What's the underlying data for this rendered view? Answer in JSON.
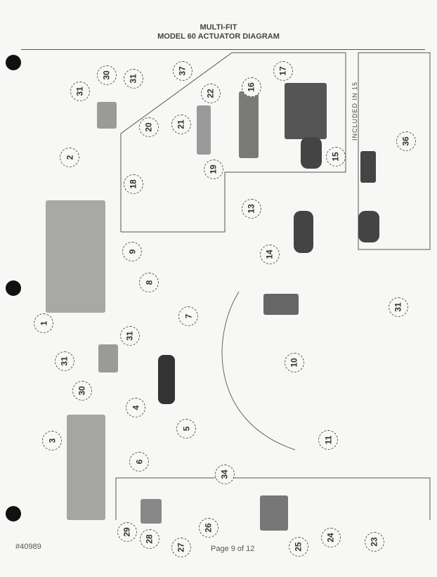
{
  "header": {
    "line1": "MULTI-FIT",
    "line2": "MODEL 60 ACTUATOR DIAGRAM"
  },
  "callouts": [
    "31",
    "30",
    "31",
    "37",
    "22",
    "16",
    "17",
    "20",
    "21",
    "2",
    "18",
    "19",
    "15",
    "36",
    "13",
    "9",
    "8",
    "14",
    "1",
    "7",
    "31",
    "10",
    "31",
    "31",
    "30",
    "4",
    "5",
    "3",
    "6",
    "11",
    "34",
    "29",
    "28",
    "27",
    "26",
    "25",
    "24",
    "23"
  ],
  "included_note": "INCLUDED IN 15",
  "footer": {
    "doc_number": "#40989",
    "page": "Page 9 of 12"
  }
}
